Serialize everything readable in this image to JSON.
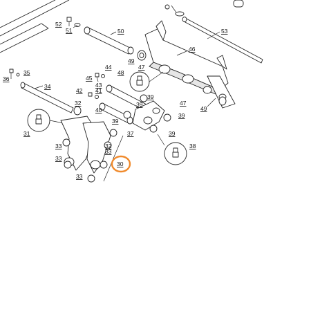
{
  "callouts": {
    "c30": "30",
    "c31": "31",
    "c32a": "32",
    "c32b": "32",
    "c33a": "33",
    "c33b": "33",
    "c33c": "33",
    "c33d": "33",
    "c34": "34",
    "c35": "35",
    "c36": "36",
    "c37": "37",
    "c38": "38",
    "c39a": "39",
    "c39b": "39",
    "c39c": "39",
    "c39d": "39",
    "c39e": "39",
    "c40": "40",
    "c41": "41",
    "c42": "42",
    "c43": "43",
    "c44": "44",
    "c45": "45",
    "c46": "46",
    "c47a": "47",
    "c47b": "47",
    "c48": "48",
    "c49a": "49",
    "c49b": "49",
    "c50": "50",
    "c51": "51",
    "c52": "52",
    "c53": "53"
  },
  "highlight": {
    "color": "#f08a2c",
    "target": "30"
  }
}
